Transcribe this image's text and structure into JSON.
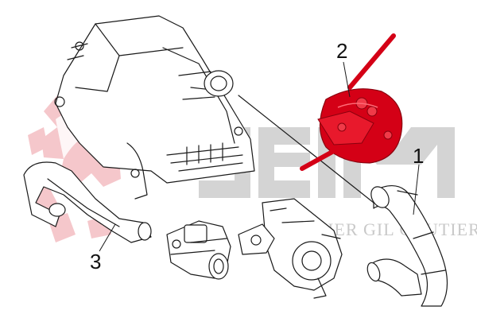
{
  "callouts": [
    {
      "id": "1",
      "label": "1"
    },
    {
      "id": "2",
      "label": "2"
    },
    {
      "id": "3",
      "label": "3"
    }
  ],
  "watermark": {
    "brand": "SEIM",
    "tagline": "DIDIER GIL COUTIER",
    "gear_color": "#f4c2c6",
    "text_color": "#c9c9c9"
  },
  "highlight_color": "#d40016",
  "parts": [
    {
      "name": "intake-manifold",
      "callout": ""
    },
    {
      "name": "vacuum-pump",
      "callout": "2",
      "highlighted": true
    },
    {
      "name": "intercooler-hose",
      "callout": "1"
    },
    {
      "name": "intake-pipe",
      "callout": "3"
    },
    {
      "name": "turbocharger",
      "callout": ""
    },
    {
      "name": "egr-valve",
      "callout": ""
    }
  ]
}
